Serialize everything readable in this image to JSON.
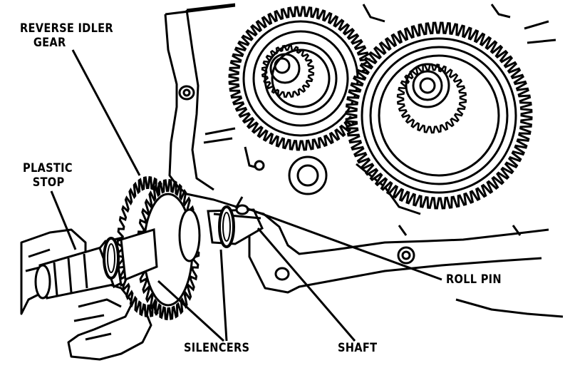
{
  "callouts": {
    "reverse_idler_gear": {
      "line1": "REVERSE IDLER",
      "line2": "GEAR"
    },
    "plastic_stop": {
      "line1": "PLASTIC",
      "line2": "STOP"
    },
    "silencers": "SILENCERS",
    "shaft": "SHAFT",
    "roll_pin": "ROLL PIN"
  },
  "colors": {
    "ink": "#000000",
    "paper": "#ffffff"
  }
}
